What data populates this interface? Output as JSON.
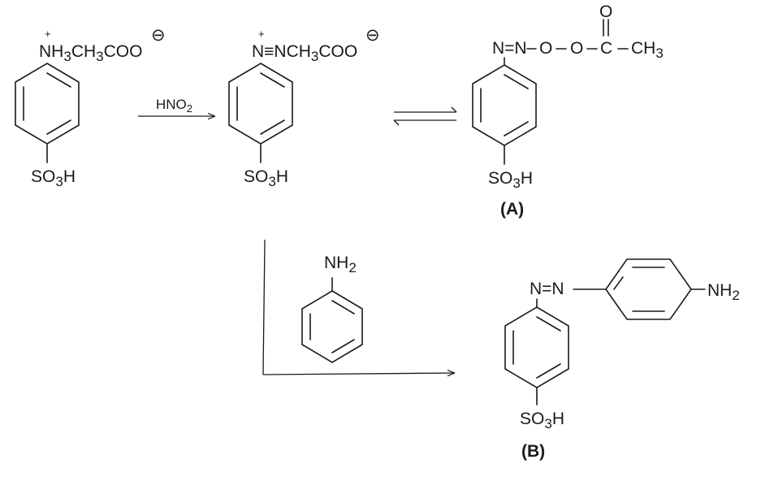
{
  "reactant": {
    "charge_plus": "+",
    "group": "NH3CH3COO",
    "charge_minus": "⊖",
    "substituent": "SO3H"
  },
  "arrow1": {
    "reagent": "HNO2"
  },
  "intermediate": {
    "charge_plus": "+",
    "group": "N≡NCH3COO",
    "charge_minus": "⊖",
    "substituent": "SO3H"
  },
  "product_a": {
    "azo": "N=N",
    "oxygen1": "O",
    "oxygen2": "O",
    "carbonyl_c": "C",
    "carbonyl_o": "O",
    "methyl": "CH3",
    "substituent": "SO3H",
    "label": "(A)"
  },
  "reagent2": {
    "group": "NH2"
  },
  "product_b": {
    "azo": "N=N",
    "amine": "NH2",
    "substituent": "SO3H",
    "label": "(B)"
  }
}
